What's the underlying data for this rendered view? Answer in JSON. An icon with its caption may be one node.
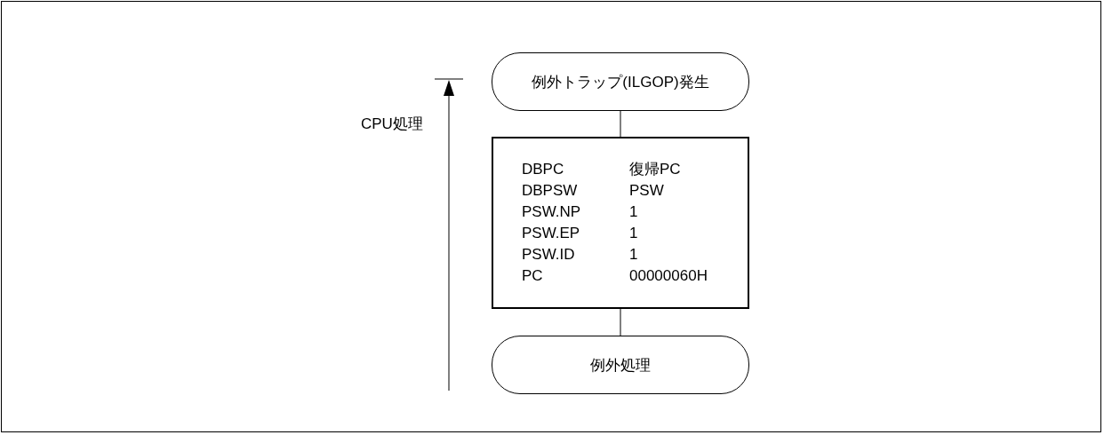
{
  "diagram": {
    "nodes": [
      {
        "text": [
          "例外トラップ(ILGOP)発生"
        ]
      },
      {
        "text": [
          "DBPC",
          "復帰PC",
          "DBPSW",
          "PSW",
          "PSW.NP",
          "1",
          "PSW.EP",
          "1",
          "PSW.ID",
          "1",
          "PC",
          "00000060H"
        ]
      },
      {
        "text": [
          "例外処理"
        ]
      }
    ],
    "edges": [
      {
        "from": 0,
        "to": 1,
        "arrow": "none"
      },
      {
        "from": 1,
        "to": 2,
        "arrow": "none"
      }
    ],
    "labels": [
      "CPU処理"
    ]
  }
}
